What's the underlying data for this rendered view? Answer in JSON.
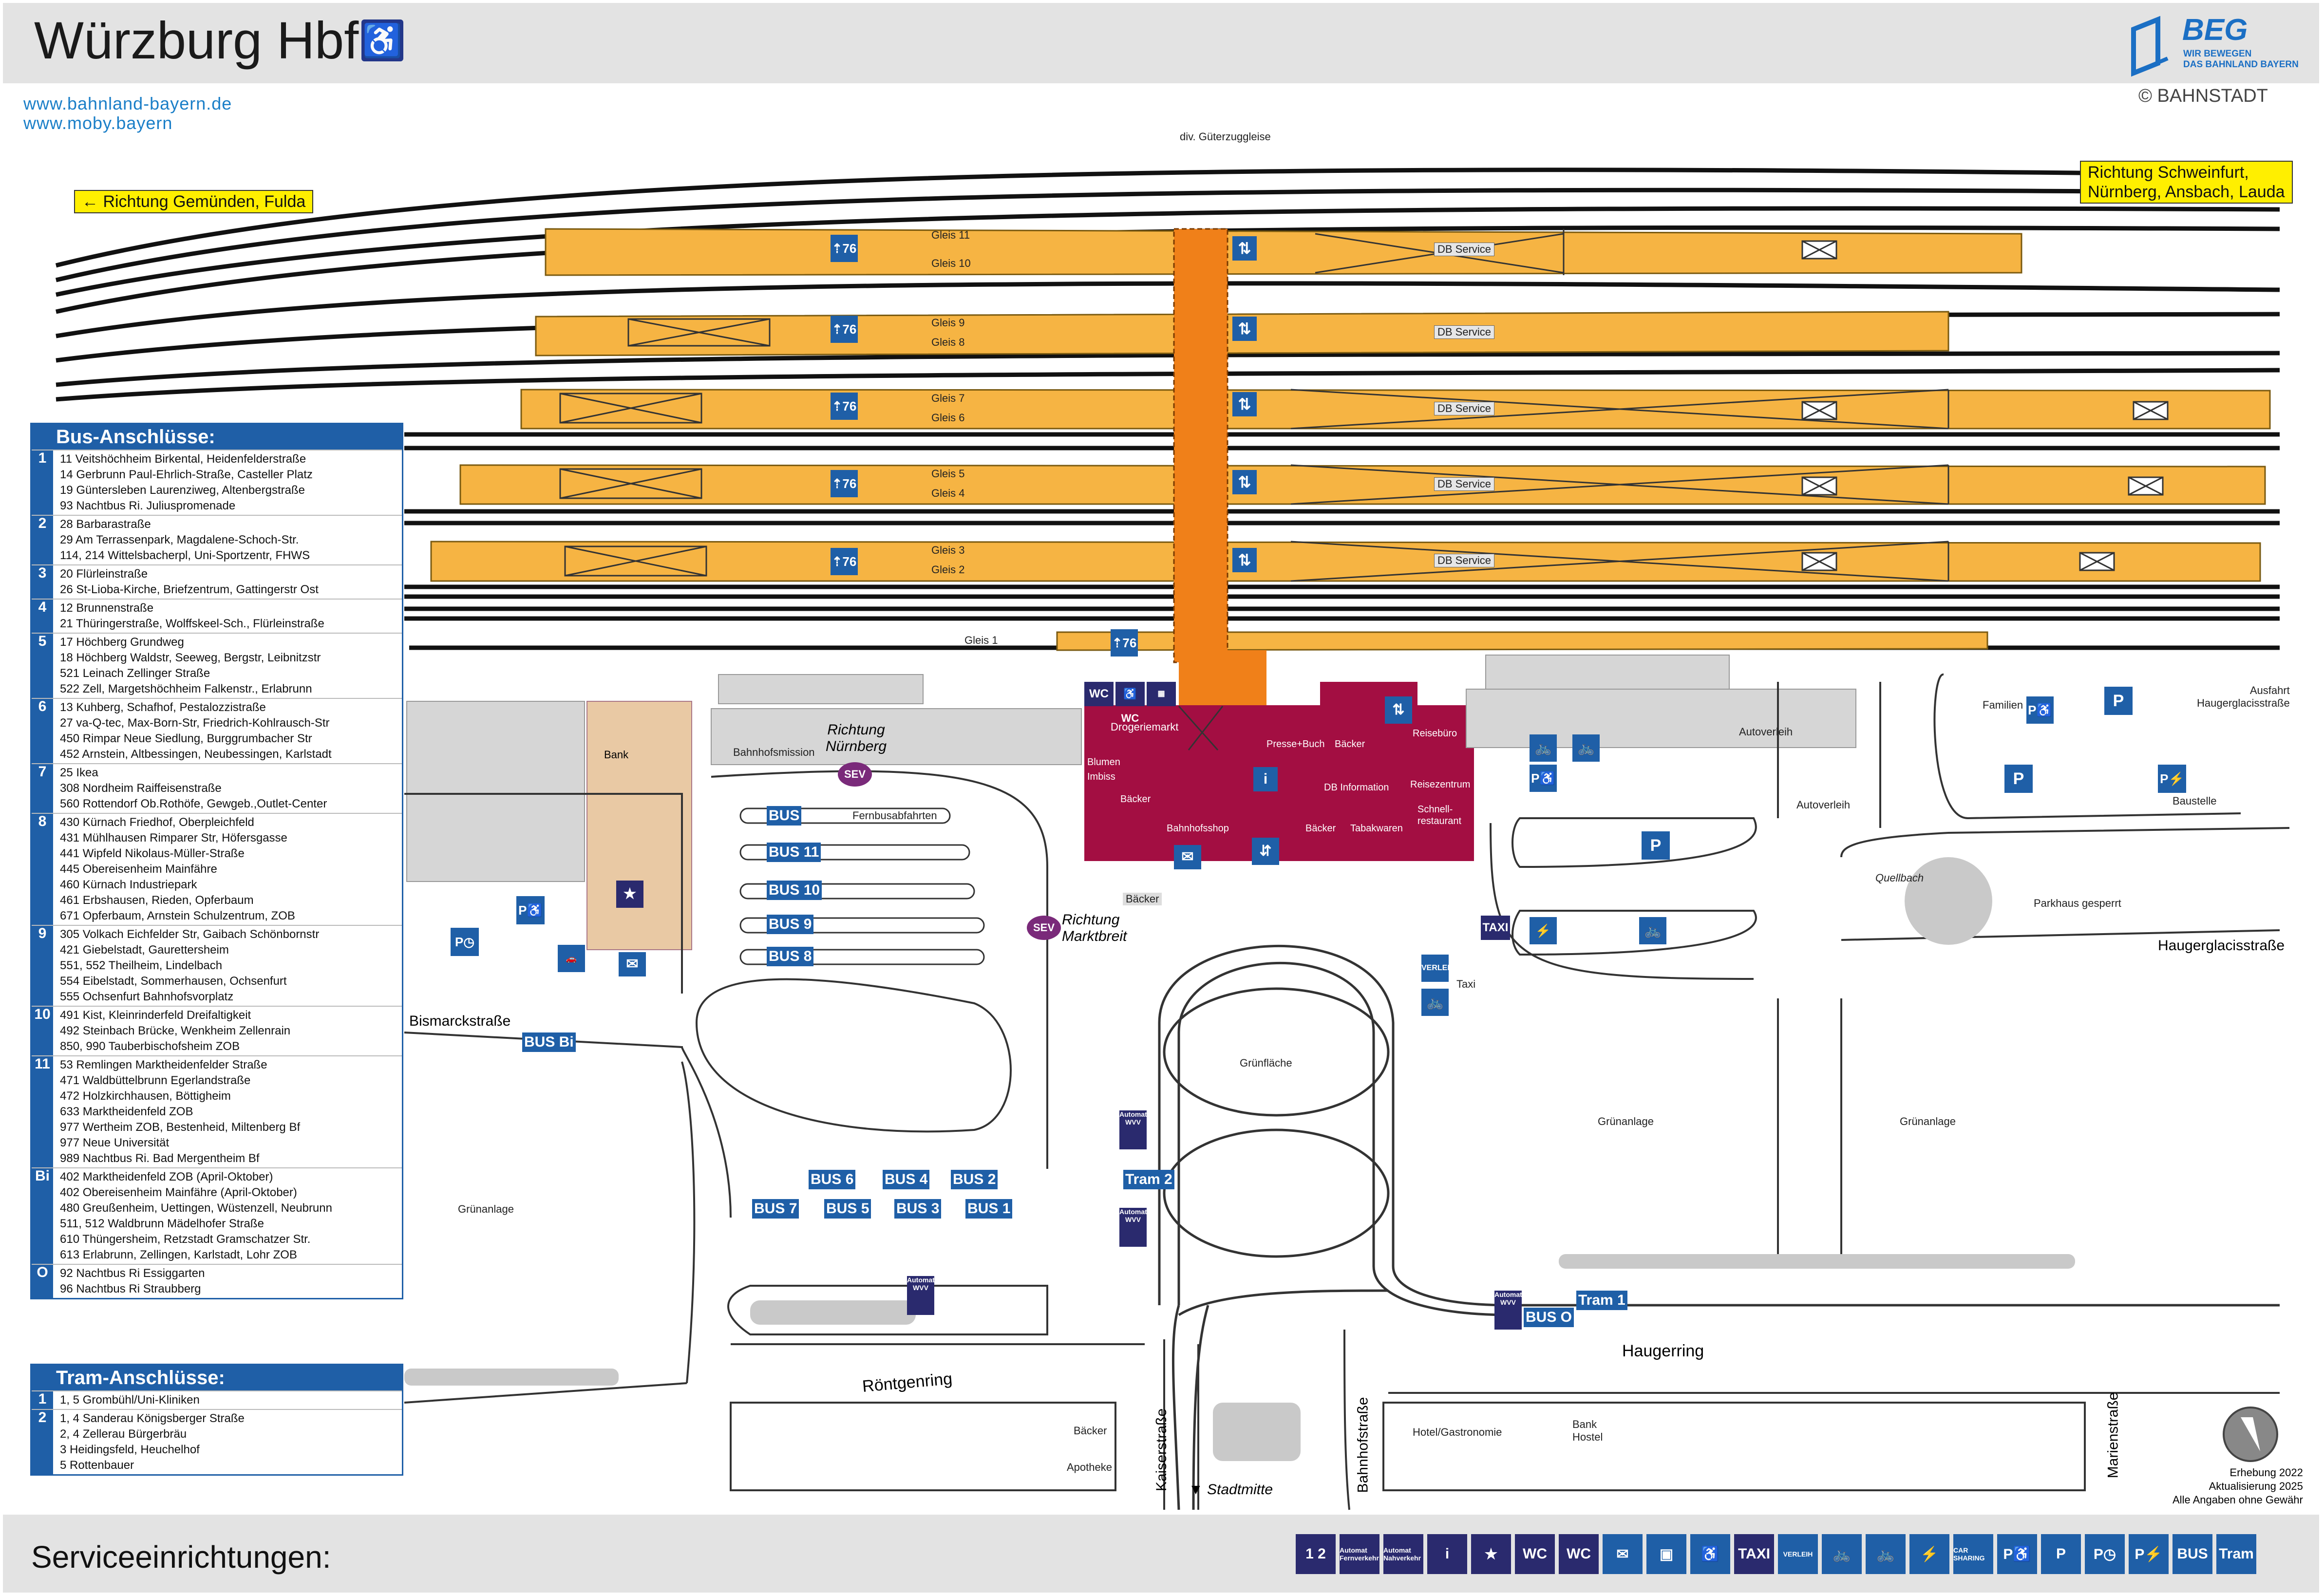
{
  "header": {
    "title": "Würzburg Hbf",
    "accessibility_icon": "wheelchair-icon",
    "logo_name": "BEG",
    "logo_tagline_1": "WIR BEWEGEN",
    "logo_tagline_2": "DAS BAHNLAND BAYERN",
    "copyright": "© BAHNSTADT",
    "url_1": "www.bahnland-bayern.de",
    "url_2": "www.moby.bayern"
  },
  "colors": {
    "platform": "#f6b443",
    "station_building": "#a30e42",
    "underpass": "#f08019",
    "pictogram_blue": "#1f5fa7",
    "pictogram_dark": "#2a2a6e",
    "direction_sign": "#ffef00",
    "header_bg": "#e3e3e3"
  },
  "map": {
    "freight_tracks": "div. Güterzuggleise",
    "dir_left": "Richtung Gemünden, Fulda",
    "dir_right_1": "Richtung Schweinfurt,",
    "dir_right_2": "Nürnberg, Ansbach, Lauda",
    "gleis_11": "Gleis 11",
    "gleis_10": "Gleis 10",
    "gleis_9": "Gleis 9",
    "gleis_8": "Gleis 8",
    "gleis_7": "Gleis 7",
    "gleis_6": "Gleis 6",
    "gleis_5": "Gleis 5",
    "gleis_4": "Gleis 4",
    "gleis_3": "Gleis 3",
    "gleis_2": "Gleis 2",
    "gleis_1": "Gleis 1",
    "db_service": "DB Service",
    "bahnhofsmission": "Bahnhofsmission",
    "bank": "Bank",
    "sev_label": "SEV",
    "richtung_nuernberg_1": "Richtung",
    "richtung_nuernberg_2": "Nürnberg",
    "richtung_marktbreit_1": "Richtung",
    "richtung_marktbreit_2": "Marktbreit",
    "fernbus": "Fernbusabfahrten",
    "drogeriemarkt": "Drogeriemarkt",
    "blumen": "Blumen",
    "imbiss": "Imbiss",
    "baecker": "Bäcker",
    "bahnhofsshop": "Bahnhofsshop",
    "presse_buch": "Presse+Buch",
    "db_information": "DB Information",
    "tabakwaren": "Tabakwaren",
    "reisebuero": "Reisebüro",
    "reisezentrum": "Reisezentrum",
    "schnellrestaurant_1": "Schnell-",
    "schnellrestaurant_2": "restaurant",
    "autoverleih": "Autoverleih",
    "familien": "Familien",
    "ausfahrt_1": "Ausfahrt",
    "ausfahrt_2": "Haugerglacisstraße",
    "baustelle": "Baustelle",
    "quellbach": "Quellbach",
    "parkhaus": "Parkhaus gesperrt",
    "haugerglacis": "Haugerglacisstraße",
    "gruenflaeche": "Grünfläche",
    "gruenanlage": "Grünanlage",
    "bismarckstr": "Bismarckstraße",
    "roentgenring": "Röntgenring",
    "haugerring": "Haugerring",
    "kaiserstr": "Kaiserstraße",
    "bahnhofstr": "Bahnhofstraße",
    "marienstr": "Marienstraße",
    "stadtmitte": "Stadtmitte",
    "taxi": "Taxi",
    "hotel": "Hotel/Gastronomie",
    "bank_hostel_1": "Bank",
    "bank_hostel_2": "Hostel",
    "apotheke": "Apotheke",
    "automat": "Automat",
    "wvv": "WVV",
    "erhebung": "Erhebung 2022",
    "aktualisierung": "Aktualisierung 2025",
    "ohne_gewaehr": "Alle Angaben ohne Gewähr",
    "bus_bays": [
      "11",
      "10",
      "9",
      "8",
      "6",
      "4",
      "2",
      "7",
      "5",
      "3",
      "1"
    ],
    "tram_stops": [
      "2",
      "1"
    ]
  },
  "bus_connections": {
    "heading": "Bus-Anschlüsse:",
    "groups": [
      {
        "id": "1",
        "lines": [
          "11 Veitshöchheim Birkental, Heidenfelderstraße",
          "14 Gerbrunn Paul-Ehrlich-Straße, Casteller Platz",
          "19 Güntersleben Laurenziweg, Altenbergstraße",
          "93 Nachtbus Ri. Juliuspromenade"
        ]
      },
      {
        "id": "2",
        "lines": [
          "28 Barbarastraße",
          "29 Am Terrassenpark, Magdalene-Schoch-Str.",
          "114, 214 Wittelsbacherpl, Uni-Sportzentr, FHWS"
        ]
      },
      {
        "id": "3",
        "lines": [
          "20 Flürleinstraße",
          "26 St-Lioba-Kirche, Briefzentrum, Gattingerstr Ost"
        ]
      },
      {
        "id": "4",
        "lines": [
          "12 Brunnenstraße",
          "21 Thüringerstraße, Wolffskeel-Sch., Flürleinstraße"
        ]
      },
      {
        "id": "5",
        "lines": [
          "17 Höchberg Grundweg",
          "18 Höchberg Waldstr, Seeweg, Bergstr, Leibnitzstr",
          "521 Leinach Zellinger Straße",
          "522 Zell, Margetshöchheim Falkenstr., Erlabrunn"
        ]
      },
      {
        "id": "6",
        "lines": [
          "13 Kuhberg, Schafhof, Pestalozzistraße",
          "27 va-Q-tec, Max-Born-Str, Friedrich-Kohlrausch-Str",
          "450 Rimpar Neue Siedlung, Burggrumbacher Str",
          "452 Arnstein, Altbessingen, Neubessingen, Karlstadt"
        ]
      },
      {
        "id": "7",
        "lines": [
          "25 Ikea",
          "308 Nordheim Raiffeisenstraße",
          "560 Rottendorf Ob.Rothöfe, Gewgeb.,Outlet-Center"
        ]
      },
      {
        "id": "8",
        "lines": [
          "430 Kürnach Friedhof, Oberpleichfeld",
          "431 Mühlhausen Rimparer Str, Höfersgasse",
          "441 Wipfeld Nikolaus-Müller-Straße",
          "445 Obereisenheim Mainfähre",
          "460 Kürnach Industriepark",
          "461 Erbshausen, Rieden, Opferbaum",
          "671 Opferbaum, Arnstein Schulzentrum, ZOB"
        ]
      },
      {
        "id": "9",
        "lines": [
          "305 Volkach Eichfelder Str, Gaibach Schönbornstr",
          "421 Giebelstadt, Gaurettersheim",
          "551, 552 Theilheim, Lindelbach",
          "554 Eibelstadt, Sommerhausen, Ochsenfurt",
          "555 Ochsenfurt Bahnhofsvorplatz"
        ]
      },
      {
        "id": "10",
        "lines": [
          "491 Kist, Kleinrinderfeld Dreifaltigkeit",
          "492 Steinbach Brücke, Wenkheim Zellenrain",
          "850, 990 Tauberbischofsheim ZOB"
        ]
      },
      {
        "id": "11",
        "lines": [
          "53 Remlingen Marktheidenfelder Straße",
          "471 Waldbüttelbrunn Egerlandstraße",
          "472 Holzkirchhausen, Böttigheim",
          "633 Marktheidenfeld ZOB",
          "977 Wertheim ZOB, Bestenheid, Miltenberg Bf",
          "977 Neue Universität",
          "989 Nachtbus Ri. Bad Mergentheim Bf"
        ]
      },
      {
        "id": "Bi",
        "lines": [
          "402 Marktheidenfeld ZOB (April-Oktober)",
          "402 Obereisenheim Mainfähre (April-Oktober)",
          "480 Greußenheim, Uettingen, Wüstenzell, Neubrunn",
          "511, 512 Waldbrunn Mädelhofer Straße",
          "610 Thüngersheim, Retzstadt Gramschatzer Str.",
          "613 Erlabrunn, Zellingen, Karlstadt, Lohr ZOB"
        ]
      },
      {
        "id": "O",
        "lines": [
          "92 Nachtbus Ri Essiggarten",
          "96 Nachtbus Ri Straubberg"
        ]
      }
    ]
  },
  "tram_connections": {
    "heading": "Tram-Anschlüsse:",
    "groups": [
      {
        "id": "1",
        "lines": [
          "1, 5 Grombühl/Uni-Kliniken"
        ]
      },
      {
        "id": "2",
        "lines": [
          "1, 4 Sanderau Königsberger Straße",
          "2, 4 Zellerau Bürgerbräu",
          "3 Heidingsfeld, Heuchelhof",
          "5 Rottenbauer"
        ]
      }
    ]
  },
  "footer": {
    "title": "Serviceeinrichtungen:",
    "icons": [
      {
        "name": "track-section-icon",
        "label": "1 2"
      },
      {
        "name": "ticket-machine-long-distance-icon",
        "label": "Automat Fernverkehr"
      },
      {
        "name": "ticket-machine-local-icon",
        "label": "Automat Nahverkehr"
      },
      {
        "name": "information-icon",
        "label": "i"
      },
      {
        "name": "police-icon",
        "label": "★"
      },
      {
        "name": "accessible-wc-icon",
        "label": "WC"
      },
      {
        "name": "wc-icon",
        "label": "WC"
      },
      {
        "name": "mail-icon",
        "label": "✉"
      },
      {
        "name": "lockers-icon",
        "label": "▣"
      },
      {
        "name": "wheelchair-icon",
        "label": "♿"
      },
      {
        "name": "taxi-icon",
        "label": "TAXI"
      },
      {
        "name": "bike-rental-icon",
        "label": "VERLEIH"
      },
      {
        "name": "bike-parking-icon",
        "label": "🚲"
      },
      {
        "name": "bike-covered-icon",
        "label": "🚲"
      },
      {
        "name": "e-bike-icon",
        "label": "⚡"
      },
      {
        "name": "car-sharing-icon",
        "label": "CAR SHARING"
      },
      {
        "name": "disabled-parking-icon",
        "label": "P♿"
      },
      {
        "name": "parking-icon",
        "label": "P"
      },
      {
        "name": "short-parking-icon",
        "label": "P◷"
      },
      {
        "name": "e-charging-parking-icon",
        "label": "P⚡"
      },
      {
        "name": "bus-icon",
        "label": "BUS"
      },
      {
        "name": "tram-icon",
        "label": "Tram"
      }
    ]
  }
}
